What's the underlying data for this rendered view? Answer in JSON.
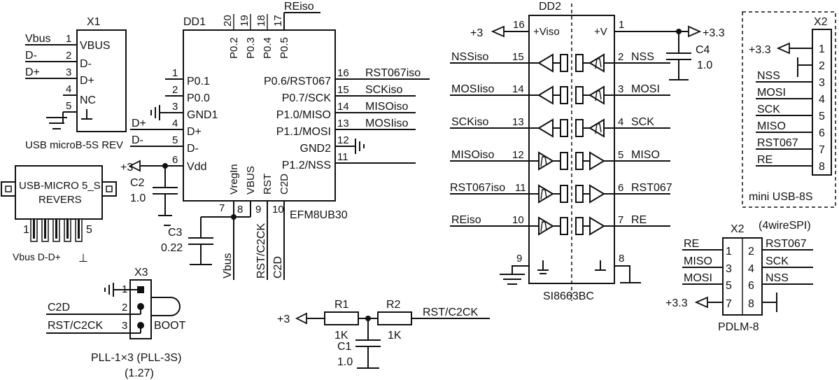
{
  "x1": {
    "ref": "X1",
    "pins": [
      {
        "num": "1",
        "label": "VBUS",
        "net": "Vbus"
      },
      {
        "num": "2",
        "label": "D-",
        "net": "D-"
      },
      {
        "num": "3",
        "label": "D+",
        "net": "D+"
      },
      {
        "num": "4",
        "label": "NC",
        "net": ""
      },
      {
        "num": "5",
        "label": "",
        "net": ""
      }
    ],
    "name": "USB microB-5S REV",
    "footprint": {
      "line1": "USB-MICRO 5_S",
      "line2": "REVERS",
      "pin_first": "1",
      "pin_last": "5",
      "bottom_label": "Vbus D-D+",
      "bottom_symbol": "⊥"
    }
  },
  "dd1": {
    "ref": "DD1",
    "part": "EFM8UB30",
    "left_pins": [
      {
        "num": "1",
        "label": "P0.1",
        "net": ""
      },
      {
        "num": "2",
        "label": "P0.0",
        "net": ""
      },
      {
        "num": "3",
        "label": "GND1",
        "net": ""
      },
      {
        "num": "4",
        "label": "D+",
        "net": "D+"
      },
      {
        "num": "5",
        "label": "D-",
        "net": "D-"
      },
      {
        "num": "6",
        "label": "Vdd",
        "net": "+3"
      }
    ],
    "right_pins": [
      {
        "num": "16",
        "label": "P0.6/RST067",
        "net": "RST067iso"
      },
      {
        "num": "15",
        "label": "P0.7/SCK",
        "net": "SCKiso"
      },
      {
        "num": "14",
        "label": "P1.0/MISO",
        "net": "MISOiso"
      },
      {
        "num": "13",
        "label": "P1.1/MOSI",
        "net": "MOSIiso"
      },
      {
        "num": "12",
        "label": "GND2",
        "net": ""
      },
      {
        "num": "11",
        "label": "P1.2/NSS",
        "net": ""
      }
    ],
    "top_pins": [
      {
        "num": "20",
        "label": "P0.2"
      },
      {
        "num": "19",
        "label": "P0.3"
      },
      {
        "num": "18",
        "label": "P0.4"
      },
      {
        "num": "17",
        "label": "P0.5"
      }
    ],
    "top_net": "REiso",
    "bottom_pins": [
      {
        "num": "7",
        "label": "VregIn"
      },
      {
        "num": "8",
        "label": "VBUS"
      },
      {
        "num": "9",
        "label": "RST"
      },
      {
        "num": "10",
        "label": "C2D"
      }
    ],
    "bottom_nets": {
      "vbus": "Vbus",
      "rst": "RST/C2CK",
      "c2d": "C2D"
    }
  },
  "c2": {
    "ref": "C2",
    "value": "1.0"
  },
  "c3": {
    "ref": "C3",
    "value": "0.22"
  },
  "x3": {
    "ref": "X3",
    "pins": [
      {
        "num": "1",
        "net": ""
      },
      {
        "num": "2",
        "net": "C2D"
      },
      {
        "num": "3",
        "net": "RST/C2CK"
      }
    ],
    "boot": "BOOT",
    "name": "PLL-1×3 (PLL-3S)",
    "pitch": "(1.27)"
  },
  "rc": {
    "supply": "+3",
    "r1": {
      "ref": "R1",
      "value": "1K"
    },
    "r2": {
      "ref": "R2",
      "value": "1K"
    },
    "c1": {
      "ref": "C1",
      "value": "1.0"
    },
    "net_out": "RST/C2CK"
  },
  "dd2": {
    "ref": "DD2",
    "part": "SI8663BC",
    "viso_label": "+Viso",
    "v_label": "+V",
    "left_pins": [
      {
        "num": "16",
        "net": "+3"
      },
      {
        "num": "15",
        "net": "NSSiso"
      },
      {
        "num": "14",
        "net": "MOSIiso"
      },
      {
        "num": "13",
        "net": "SCKiso"
      },
      {
        "num": "12",
        "net": "MISOiso"
      },
      {
        "num": "11",
        "net": "RST067iso"
      },
      {
        "num": "10",
        "net": "REiso"
      },
      {
        "num": "9",
        "net": ""
      }
    ],
    "right_pins": [
      {
        "num": "1",
        "net": "+3.3"
      },
      {
        "num": "2",
        "net": "NSS"
      },
      {
        "num": "3",
        "net": "MOSI"
      },
      {
        "num": "4",
        "net": "SCK"
      },
      {
        "num": "5",
        "net": "MISO"
      },
      {
        "num": "6",
        "net": "RST067"
      },
      {
        "num": "7",
        "net": "RE"
      },
      {
        "num": "8",
        "net": ""
      }
    ]
  },
  "c4": {
    "ref": "C4",
    "value": "1.0"
  },
  "x2_usb": {
    "ref": "X2",
    "supply": "+3.3",
    "pins": [
      {
        "num": "1",
        "net": ""
      },
      {
        "num": "2",
        "net": ""
      },
      {
        "num": "3",
        "net": "NSS"
      },
      {
        "num": "4",
        "net": "MOSI"
      },
      {
        "num": "5",
        "net": "SCK"
      },
      {
        "num": "6",
        "net": "MISO"
      },
      {
        "num": "7",
        "net": "RST067"
      },
      {
        "num": "8",
        "net": "RE"
      }
    ],
    "name": "mini USB-8S"
  },
  "x2_pdlm": {
    "ref": "X2",
    "note": "(4wireSPI)",
    "left": [
      {
        "num": "1",
        "net": "RE"
      },
      {
        "num": "3",
        "net": "MISO"
      },
      {
        "num": "5",
        "net": "MOSI"
      },
      {
        "num": "7",
        "net": "+3.3"
      }
    ],
    "right": [
      {
        "num": "2",
        "net": "RST067"
      },
      {
        "num": "4",
        "net": "SCK"
      },
      {
        "num": "6",
        "net": "NSS"
      },
      {
        "num": "8",
        "net": ""
      }
    ],
    "name": "PDLM-8"
  }
}
